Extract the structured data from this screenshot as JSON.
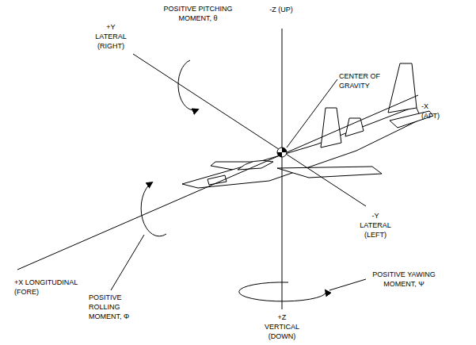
{
  "diagram": {
    "labels": [
      "POSITIVE PITCHING MOMENT, θ",
      "-Z (UP)",
      "+Y LATERAL (RIGHT)",
      "CENTER OF GRAVITY",
      "-X (AFT)",
      "+X LONGITUDINAL (FORE)",
      "POSITIVE ROLLING MOMENT, Φ",
      "-Y LATERAL (LEFT)",
      "POSITIVE YAWING MOMENT, Ψ",
      "+Z VERTICAL (DOWN)"
    ]
  }
}
